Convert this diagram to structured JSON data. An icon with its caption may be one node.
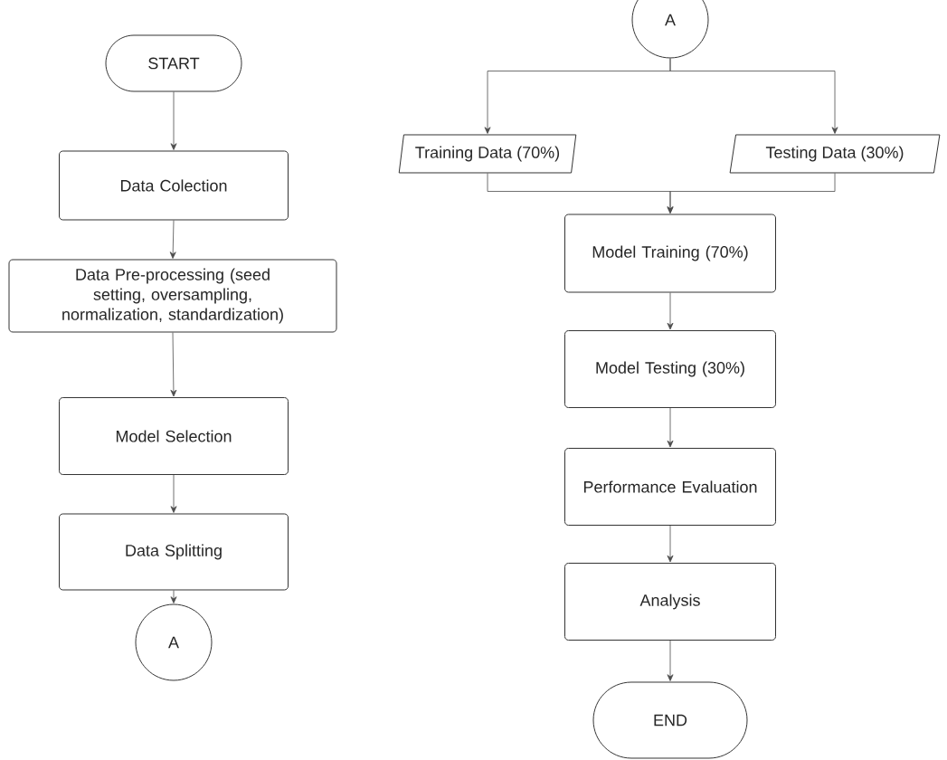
{
  "diagram": {
    "nodes": [
      {
        "text": [
          "START"
        ]
      },
      {
        "text": [
          "Data Colection"
        ]
      },
      {
        "text": [
          "Data Pre-processing (seed setting, oversampling, normalization, standardization)"
        ]
      },
      {
        "text": [
          "Model Selection"
        ]
      },
      {
        "text": [
          "Data Splitting"
        ]
      },
      {
        "text": [
          "A"
        ]
      },
      {
        "text": [
          "A"
        ]
      },
      {
        "text": [
          "Training Data (70%)"
        ]
      },
      {
        "text": [
          "Testing Data (30%)"
        ]
      },
      {
        "text": [
          "Model Training (70%)"
        ]
      },
      {
        "text": [
          "Model Testing (30%)"
        ]
      },
      {
        "text": [
          "Performance Evaluation"
        ]
      },
      {
        "text": [
          "Analysis"
        ]
      },
      {
        "text": [
          "END"
        ]
      }
    ],
    "edges": [
      {
        "from": 0,
        "to": 1,
        "arrow": "to"
      },
      {
        "from": 1,
        "to": 2,
        "arrow": "to"
      },
      {
        "from": 2,
        "to": 3,
        "arrow": "to"
      },
      {
        "from": 3,
        "to": 4,
        "arrow": "to"
      },
      {
        "from": 4,
        "to": 5,
        "arrow": "to"
      },
      {
        "from": 6,
        "to": 7,
        "arrow": "to"
      },
      {
        "from": 6,
        "to": 8,
        "arrow": "to"
      },
      {
        "from": 7,
        "to": 9,
        "arrow": "to"
      },
      {
        "from": 8,
        "to": 9,
        "arrow": "to"
      },
      {
        "from": 9,
        "to": 10,
        "arrow": "to"
      },
      {
        "from": 10,
        "to": 11,
        "arrow": "to"
      },
      {
        "from": 11,
        "to": 12,
        "arrow": "to"
      },
      {
        "from": 12,
        "to": 13,
        "arrow": "to"
      }
    ]
  }
}
